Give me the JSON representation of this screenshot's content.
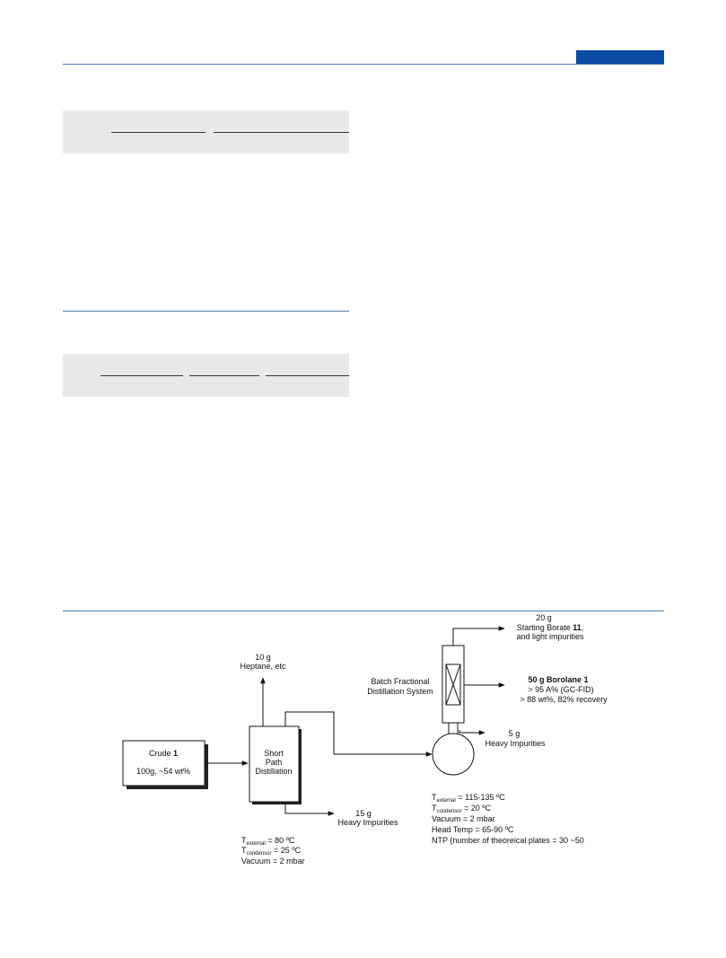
{
  "header": {
    "accent_color": "#0b4aa2",
    "rule_color": "#4a7bb5"
  },
  "scheme": {
    "crude": {
      "label_prefix": "Crude ",
      "label_ref": "1",
      "amount": "100g, ~54 wt%"
    },
    "short_path": {
      "line1": "Short",
      "line2": "Path",
      "line3": "Distillation"
    },
    "heptane": {
      "amount": "10 g",
      "label": "Heptane, etc"
    },
    "sp_heavy": {
      "amount": "15 g",
      "label": "Heavy Impurities"
    },
    "sp_conditions": {
      "t_ext": {
        "sym": "T",
        "sub": "external",
        "rest": " = 80 ºC"
      },
      "t_cond": {
        "sym": "T",
        "sub": "condensor",
        "rest": " = 25 ºC"
      },
      "vacuum": "Vacuum = 2 mbar"
    },
    "fractional": {
      "line1": "Batch Fractional",
      "line2": "Distillation System"
    },
    "top_output": {
      "amount": "20 g",
      "line1_prefix": "Starting Borate ",
      "line1_ref": "11",
      "line1_suffix": ",",
      "line2": "and light impurities"
    },
    "product": {
      "title": "50 g Borolane 1",
      "line1": "> 95 A% (GC-FID)",
      "line2": "> 88 wt%, 82% recovery"
    },
    "pot_heavy": {
      "amount": "5 g",
      "label": "Heavy Impurities"
    },
    "bf_conditions": {
      "t_ext": {
        "sym": "T",
        "sub": "external",
        "rest": " = 115-135 ºC"
      },
      "t_cond": {
        "sym": "T",
        "sub": "condensor",
        "rest": " = 20 ºC"
      },
      "vacuum": "Vacuum = 2 mbar",
      "head_temp": "Head Temp = 65-90 ºC",
      "ntp": "NTP (number of theoreical plates = 30 ~50"
    }
  }
}
